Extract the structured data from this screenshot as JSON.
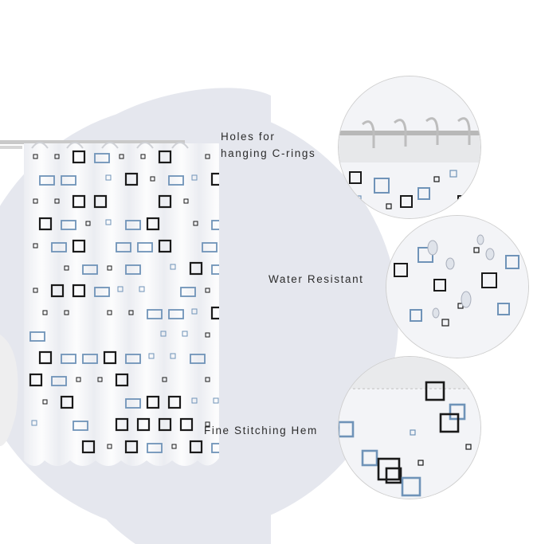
{
  "callouts": {
    "holes_line1": "Holes for",
    "holes_line2": "hanging C-rings",
    "water": "Water Resistant",
    "hem": "Fine Stitching Hem"
  },
  "colors": {
    "background": "#ffffff",
    "blob": "#e5e7ee",
    "curtain": "#f4f5f8",
    "square_black": "#1a1a1a",
    "square_blue": "#6f93b8",
    "label_text": "#2b2b2b",
    "rod": "#c9c9c9"
  },
  "icons": {
    "curtain": "shower-curtain-image",
    "rings_detail": "c-ring-hooks-closeup",
    "water_detail": "water-droplets-closeup",
    "hem_detail": "stitched-hem-closeup"
  }
}
